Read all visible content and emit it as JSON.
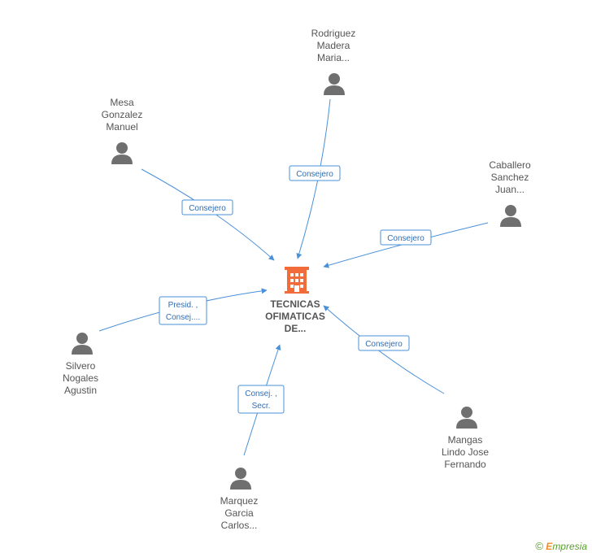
{
  "company": {
    "name_lines": [
      "TECNICAS",
      "OFIMATICAS",
      "DE..."
    ],
    "icon": "building-icon",
    "color": "#f26b3a"
  },
  "people": [
    {
      "id": "rodriguez",
      "name_lines": [
        "Rodriguez",
        "Madera",
        "Maria..."
      ],
      "role_lines": [
        "Consejero"
      ],
      "icon": "person-icon"
    },
    {
      "id": "mesa",
      "name_lines": [
        "Mesa",
        "Gonzalez",
        "Manuel"
      ],
      "role_lines": [
        "Consejero"
      ],
      "icon": "person-icon"
    },
    {
      "id": "caballero",
      "name_lines": [
        "Caballero",
        "Sanchez",
        "Juan..."
      ],
      "role_lines": [
        "Consejero"
      ],
      "icon": "person-icon"
    },
    {
      "id": "silvero",
      "name_lines": [
        "Silvero",
        "Nogales",
        "Agustin"
      ],
      "role_lines": [
        "Presid. ,",
        "Consej...."
      ],
      "icon": "person-icon"
    },
    {
      "id": "mangas",
      "name_lines": [
        "Mangas",
        "Lindo Jose",
        "Fernando"
      ],
      "role_lines": [
        "Consejero"
      ],
      "icon": "person-icon"
    },
    {
      "id": "marquez",
      "name_lines": [
        "Marquez",
        "Garcia",
        "Carlos..."
      ],
      "role_lines": [
        "Consej. ,",
        "Secr."
      ],
      "icon": "person-icon"
    }
  ],
  "colors": {
    "edge": "#4a90d9",
    "person_icon": "#6f6f6f",
    "text": "#555555"
  },
  "footer": {
    "copyright": "©",
    "brand_first": "E",
    "brand_rest": "mpresia"
  }
}
